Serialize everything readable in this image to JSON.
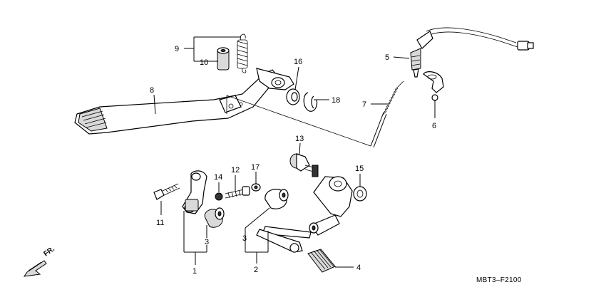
{
  "diagram": {
    "code": "MBT3–F2100",
    "front_label": "FR.",
    "callouts": {
      "c1": "1",
      "c2": "2",
      "c3a": "3",
      "c3b": "3",
      "c4": "4",
      "c5": "5",
      "c6": "6",
      "c7": "7",
      "c8": "8",
      "c9": "9",
      "c10": "10",
      "c11": "11",
      "c12": "12",
      "c13": "13",
      "c14": "14",
      "c15": "15",
      "c16": "16",
      "c17": "17",
      "c18": "18"
    }
  }
}
